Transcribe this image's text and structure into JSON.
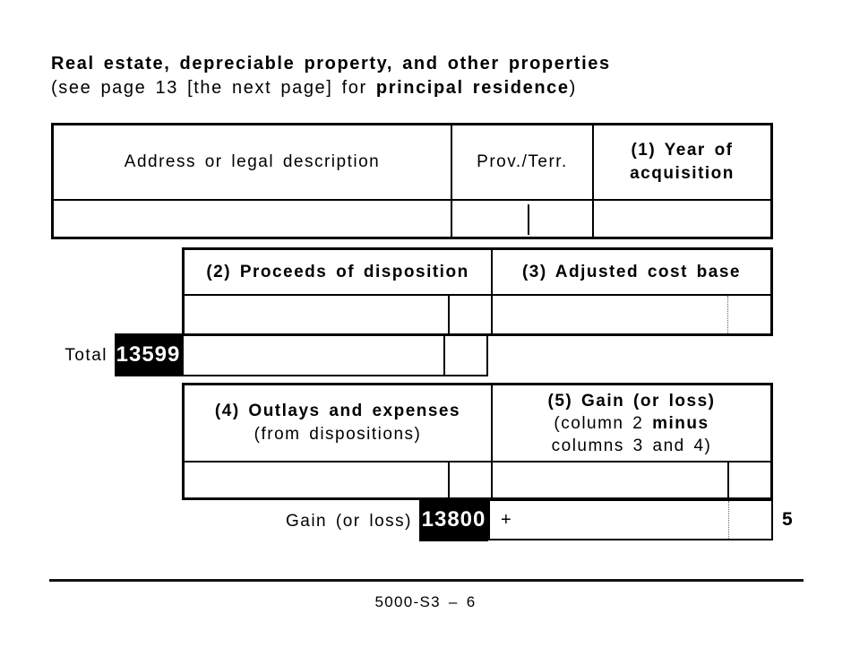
{
  "header": {
    "title": "Real estate, depreciable property, and other properties",
    "subtitle_prefix": "(see page 13 [the next page] for ",
    "subtitle_bold": "principal residence",
    "subtitle_suffix": ")"
  },
  "property_table": {
    "address_header": "Address or legal description",
    "prov_header": "Prov./Terr.",
    "year_header_line1": "(1) Year of",
    "year_header_line2": "acquisition"
  },
  "proceeds_table": {
    "proceeds_header": "(2) Proceeds of disposition",
    "acb_header": "(3) Adjusted cost base"
  },
  "total_row": {
    "label": "Total",
    "field_code": "13599"
  },
  "outlays_table": {
    "outlays_header_line1": "(4) Outlays and expenses",
    "outlays_header_line2": "(from dispositions)",
    "gain_header_line1": "(5) Gain (or loss)",
    "gain_header_line2_prefix": "(column 2 ",
    "gain_header_line2_bold": "minus",
    "gain_header_line3": "columns 3 and 4)"
  },
  "gain_row": {
    "label": "Gain (or loss)",
    "field_code": "13800",
    "operator": "+",
    "line_ref": "5"
  },
  "footer": {
    "form_number": "5000-S3 – 6"
  },
  "colors": {
    "ink": "#000000",
    "badge_bg": "#000000",
    "badge_text": "#ffffff"
  }
}
